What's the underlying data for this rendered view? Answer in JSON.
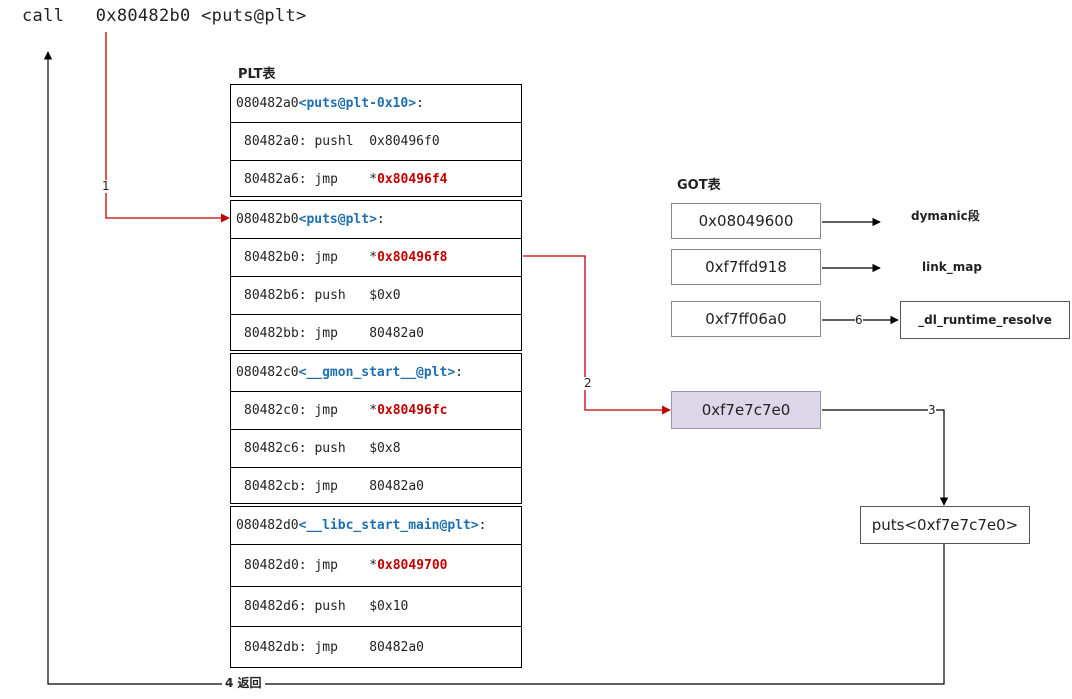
{
  "call_line": {
    "mnemonic": "call",
    "address": "0x80482b0",
    "target": "<puts@plt>"
  },
  "plt": {
    "title": "PLT表",
    "blocks": [
      {
        "header_addr": "080482a0",
        "header_label": "<puts@plt-0x10>",
        "header_suffix": ":",
        "rows": [
          {
            "prefix": "80482a0: pushl  0x80496f0",
            "star": "",
            "target": ""
          },
          {
            "prefix": "80482a6: jmp    ",
            "star": "*",
            "target": "0x80496f4"
          }
        ]
      },
      {
        "header_addr": "080482b0",
        "header_label": "<puts@plt>",
        "header_suffix": ":",
        "rows": [
          {
            "prefix": "80482b0: jmp    ",
            "star": "*",
            "target": "0x80496f8"
          },
          {
            "prefix": "80482b6: push   $0x0",
            "star": "",
            "target": ""
          },
          {
            "prefix": "80482bb: jmp    80482a0",
            "star": "",
            "target": ""
          }
        ]
      },
      {
        "header_addr": "080482c0",
        "header_label": "<__gmon_start__@plt>",
        "header_suffix": ":",
        "rows": [
          {
            "prefix": "80482c0: jmp    ",
            "star": "*",
            "target": "0x80496fc"
          },
          {
            "prefix": "80482c6: push   $0x8",
            "star": "",
            "target": ""
          },
          {
            "prefix": "80482cb: jmp    80482a0",
            "star": "",
            "target": ""
          }
        ]
      },
      {
        "header_addr": "080482d0",
        "header_label": "<__libc_start_main@plt>",
        "header_suffix": ":",
        "rows": [
          {
            "prefix": "80482d0: jmp    ",
            "star": "*",
            "target": "0x8049700"
          },
          {
            "prefix": "80482d6: push   $0x10",
            "star": "",
            "target": ""
          },
          {
            "prefix": "80482db: jmp    80482a0",
            "star": "",
            "target": ""
          }
        ]
      }
    ]
  },
  "got": {
    "title": "GOT表",
    "entries": [
      "0x08049600",
      "0xf7ffd918",
      "0xf7ff06a0",
      "0xf7e7c7e0"
    ],
    "pointers": [
      "dymanic段",
      "link_map",
      "_dl_runtime_resolve"
    ]
  },
  "puts_box": "puts<0xf7e7c7e0>",
  "steps": {
    "s1": "1",
    "s2": "2",
    "s3": "3",
    "s4": "4",
    "s4_text": "返回",
    "s6": "6"
  },
  "colors": {
    "red_arrow": "#c00000",
    "label_blue": "#1f6fb0",
    "highlight": "#ddd6e8"
  }
}
